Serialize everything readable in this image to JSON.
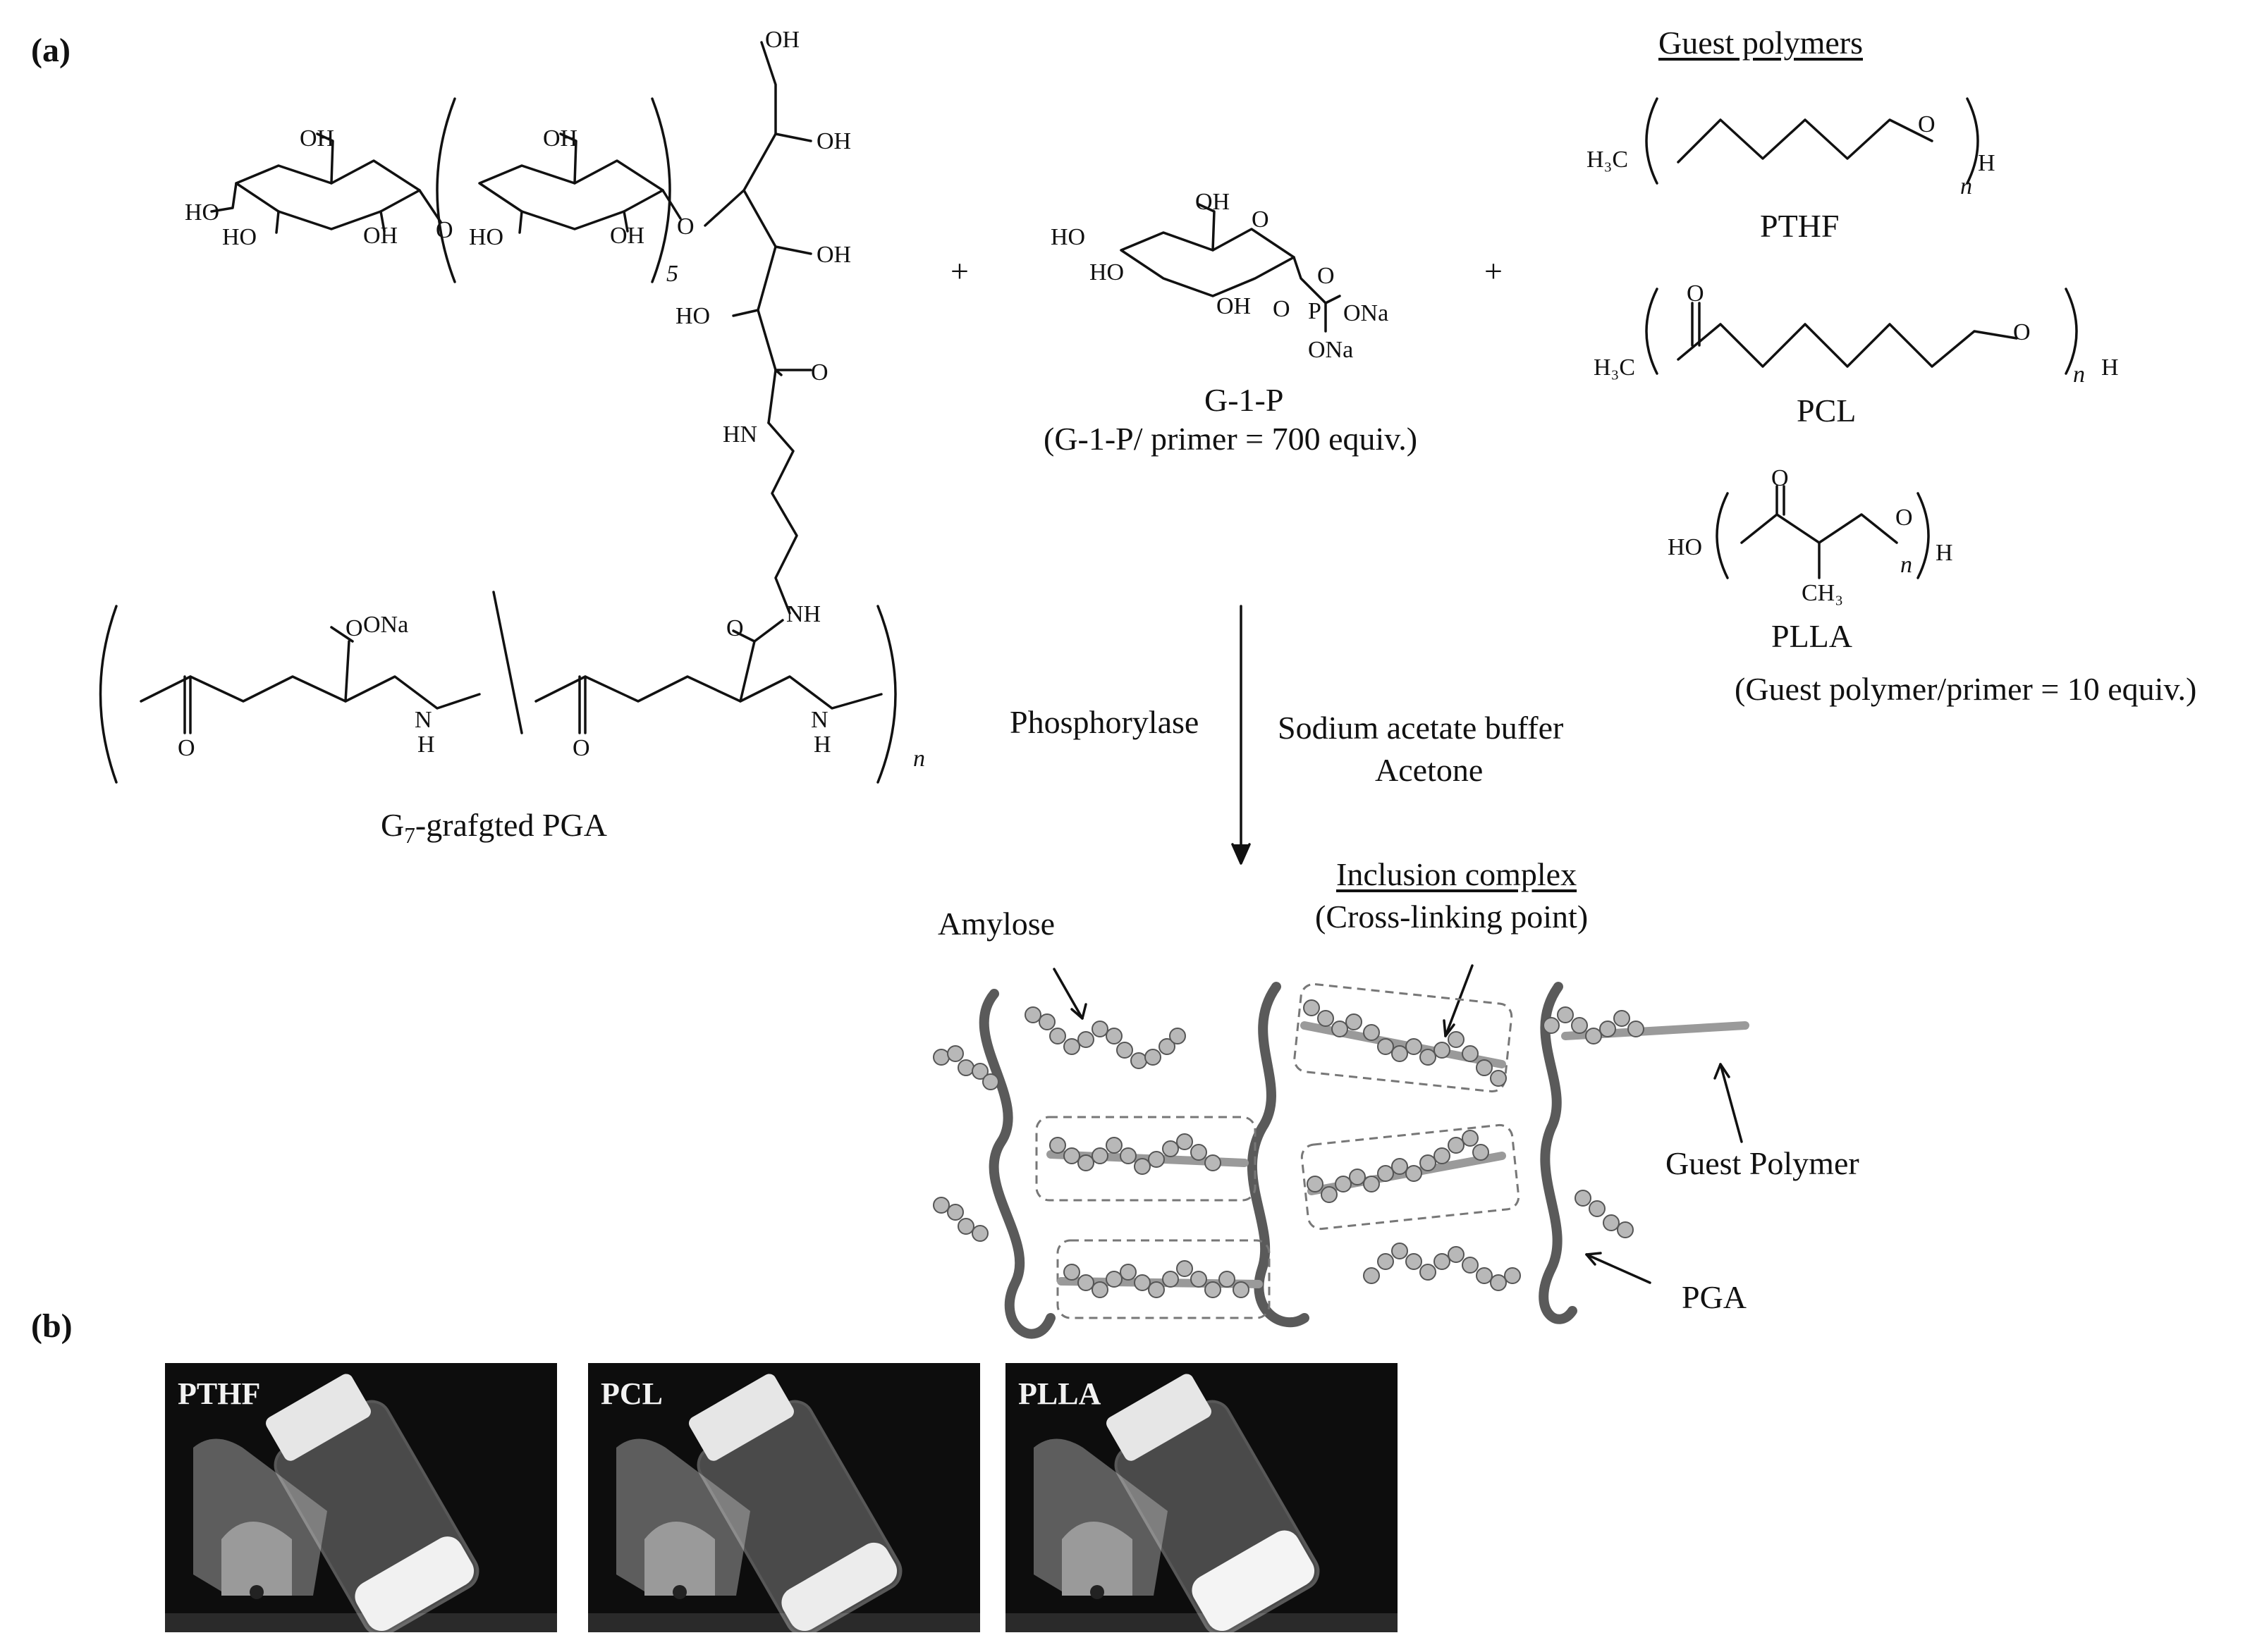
{
  "panels": {
    "a": "(a)",
    "b": "(b)"
  },
  "primer": {
    "name_pre": "G",
    "name_sub": "7",
    "name_post": "-grafgted PGA",
    "repeat_5": "5",
    "repeat_n": "n",
    "groups": {
      "oh": "OH",
      "ho": "HO",
      "hn": "HN",
      "nh": "NH",
      "ona": "ONa",
      "o": "O",
      "n": "N",
      "h": "H"
    }
  },
  "g1p": {
    "name": "G-1-P",
    "ratio": "(G-1-P/ primer = 700 equiv.)",
    "groups": {
      "p": "P",
      "ona": "ONa",
      "ona_minus": "ONa"
    }
  },
  "guests": {
    "heading": "Guest polymers",
    "items": [
      {
        "name": "PTHF",
        "left": "H₃C",
        "n": "n",
        "end": "H"
      },
      {
        "name": "PCL",
        "left": "H₃C",
        "n": "n",
        "end": "H"
      },
      {
        "name": "PLLA",
        "left": "HO",
        "n": "n",
        "end": "H",
        "sub": "CH₃"
      }
    ],
    "ratio": "(Guest polymer/primer = 10 equiv.)"
  },
  "plus": "+",
  "reaction": {
    "enzyme": "Phosphorylase",
    "conditions": [
      "Sodium  acetate buffer",
      "Acetone"
    ]
  },
  "network": {
    "amylose": "Amylose",
    "inclusion_title": "Inclusion complex",
    "inclusion_sub": "(Cross-linking  point)",
    "guest_polymer": "Guest Polymer",
    "pga": "PGA"
  },
  "photos": [
    {
      "label": "PTHF"
    },
    {
      "label": "PCL"
    },
    {
      "label": "PLLA"
    }
  ],
  "colors": {
    "network": "#5a5a5a",
    "bead": "#b8b8b8",
    "rod": "#9a9a9a",
    "photo_bg": "#0d0d0d"
  }
}
